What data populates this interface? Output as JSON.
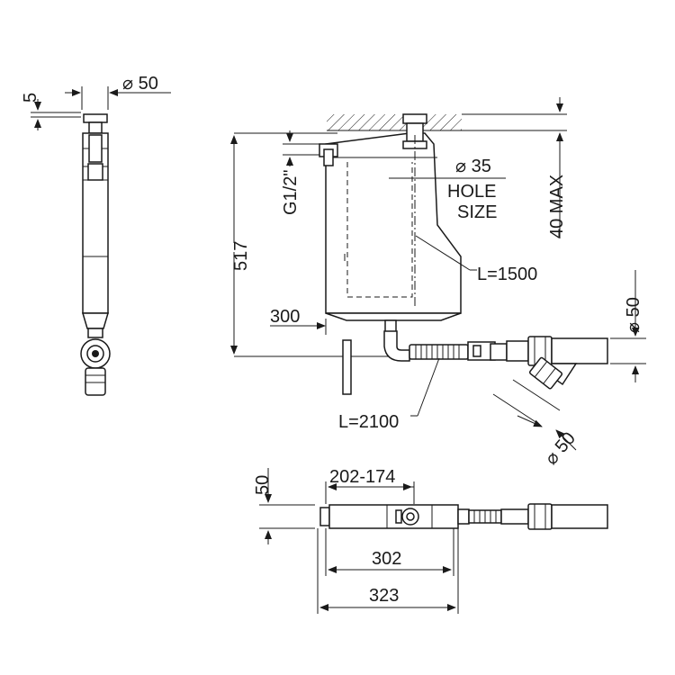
{
  "labels": {
    "side_dim_thickness": "5",
    "side_dim_diameter": "⌀ 50",
    "dim_height": "517",
    "dim_inlet": "G1/2\"",
    "dim_hole_diameter": "⌀ 35",
    "dim_hole_word": "HOLE",
    "dim_size_word": "SIZE",
    "dim_max": "40 MAX",
    "dim_inner_length": "L=1500",
    "dim_offset": "300",
    "dim_pipe_diameter_top": "⌀ 50",
    "dim_hose_length": "L=2100",
    "dim_branch_diameter": "⌀ 50",
    "plan_dim_50": "50",
    "plan_dim_range": "202-174",
    "plan_dim_302": "302",
    "plan_dim_323": "323"
  }
}
